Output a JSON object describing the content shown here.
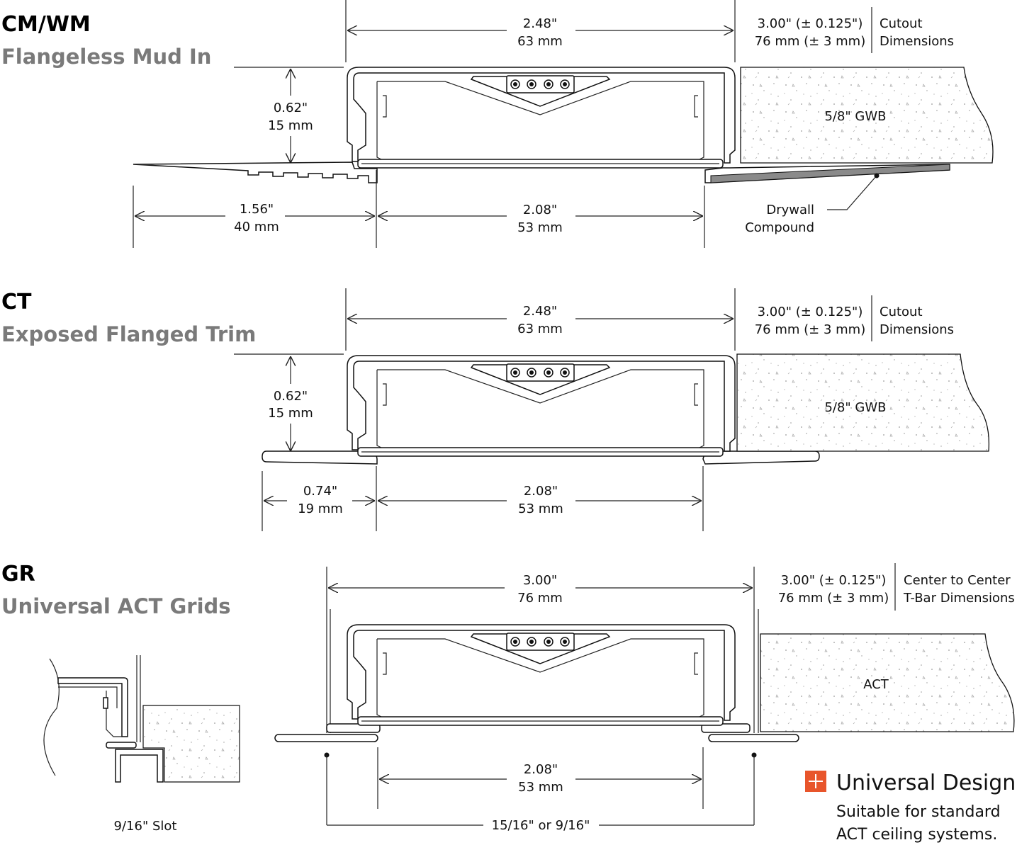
{
  "colors": {
    "accent": "#e8552b",
    "heading_secondary": "#7a7a7a",
    "compound": "#8a8a8a"
  },
  "sections": [
    {
      "code": "CM/WM",
      "name": "Flangeless Mud In",
      "top_dim": {
        "in": "2.48\"",
        "mm": "63 mm"
      },
      "cutout": {
        "in": "3.00\" (± 0.125\")",
        "mm": "76 mm (± 3 mm)",
        "label1": "Cutout",
        "label2": "Dimensions"
      },
      "height_dim": {
        "in": "0.62\"",
        "mm": "15 mm"
      },
      "flange_dim": {
        "in": "1.56\"",
        "mm": "40 mm"
      },
      "aperture_dim": {
        "in": "2.08\"",
        "mm": "53 mm"
      },
      "material": "5/8\" GWB",
      "callout": {
        "line1": "Drywall",
        "line2": "Compound"
      }
    },
    {
      "code": "CT",
      "name": "Exposed Flanged Trim",
      "top_dim": {
        "in": "2.48\"",
        "mm": "63 mm"
      },
      "cutout": {
        "in": "3.00\" (± 0.125\")",
        "mm": "76 mm (± 3 mm)",
        "label1": "Cutout",
        "label2": "Dimensions"
      },
      "height_dim": {
        "in": "0.62\"",
        "mm": "15 mm"
      },
      "flange_dim": {
        "in": "0.74\"",
        "mm": "19 mm"
      },
      "aperture_dim": {
        "in": "2.08\"",
        "mm": "53 mm"
      },
      "material": "5/8\" GWB"
    },
    {
      "code": "GR",
      "name": "Universal ACT Grids",
      "top_dim": {
        "in": "3.00\"",
        "mm": "76 mm"
      },
      "cutout": {
        "in": "3.00\" (± 0.125\")",
        "mm": "76 mm (± 3 mm)",
        "label1": "Center to Center",
        "label2": "T-Bar Dimensions"
      },
      "aperture_dim": {
        "in": "2.08\"",
        "mm": "53 mm"
      },
      "tbar_dim": "15/16\" or 9/16\"",
      "material": "ACT",
      "detail_label": "9/16\" Slot"
    }
  ],
  "badge": {
    "icon": "plus-icon",
    "title": "Universal Design.",
    "line1": "Suitable for standard",
    "line2": "ACT ceiling systems."
  }
}
